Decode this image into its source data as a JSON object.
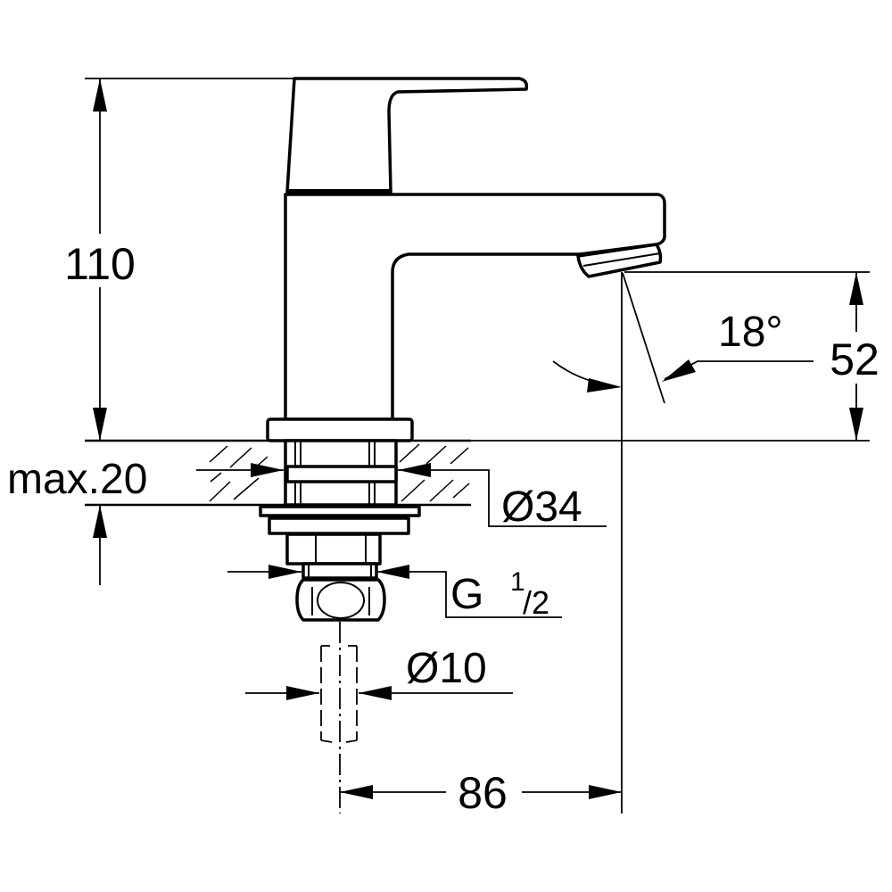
{
  "drawing": {
    "dimensions": {
      "height_total": "110",
      "spout_height": "52",
      "spout_angle": "18°",
      "max_thickness": "max.20",
      "hole_diameter": "Ø34",
      "thread_g": "G",
      "thread_num": "1",
      "thread_den": "/2",
      "pipe_diameter": "Ø10",
      "spout_reach": "86"
    },
    "colors": {
      "line": "#000000",
      "background": "#ffffff"
    }
  }
}
